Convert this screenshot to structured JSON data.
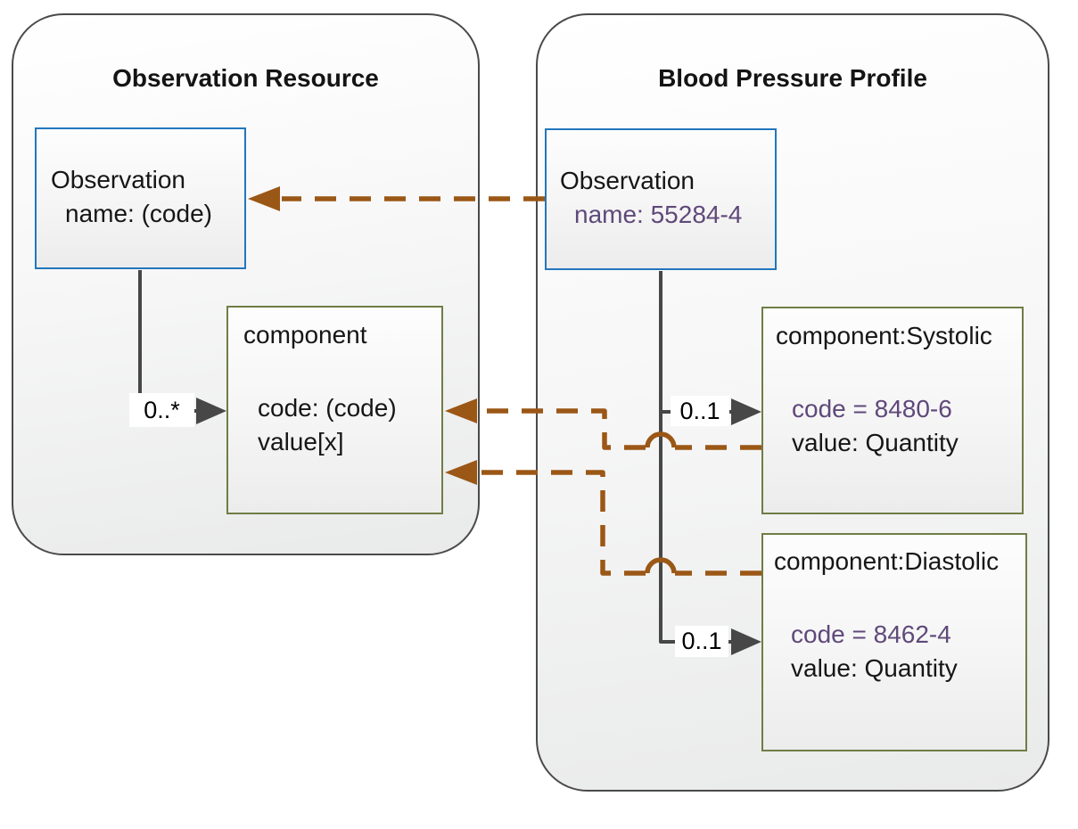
{
  "diagram": {
    "left_panel": {
      "title": "Observation Resource",
      "observation_box": {
        "name": "Observation",
        "attr": "name: (code)"
      },
      "component_box": {
        "name": "component",
        "attr1": "code: (code)",
        "attr2": "value[x]"
      },
      "multiplicity": "0..*"
    },
    "right_panel": {
      "title": "Blood Pressure Profile",
      "observation_box": {
        "name": "Observation",
        "attr": "name: 55284-4"
      },
      "systolic_box": {
        "name": "component:Systolic",
        "attr1": "code = 8480-6",
        "attr2": "value: Quantity"
      },
      "diastolic_box": {
        "name": "component:Diastolic",
        "attr1": "code = 8462-4",
        "attr2": "value: Quantity"
      },
      "systolic_multiplicity": "0..1",
      "diastolic_multiplicity": "0..1"
    },
    "colors": {
      "panel_border": "#4a4a4a",
      "box_border_blue": "#2276bc",
      "box_border_olive": "#6f7d45",
      "connector_gray": "#474747",
      "mapping_brown": "#9b5716",
      "constraint_purple": "#5f497a"
    }
  }
}
